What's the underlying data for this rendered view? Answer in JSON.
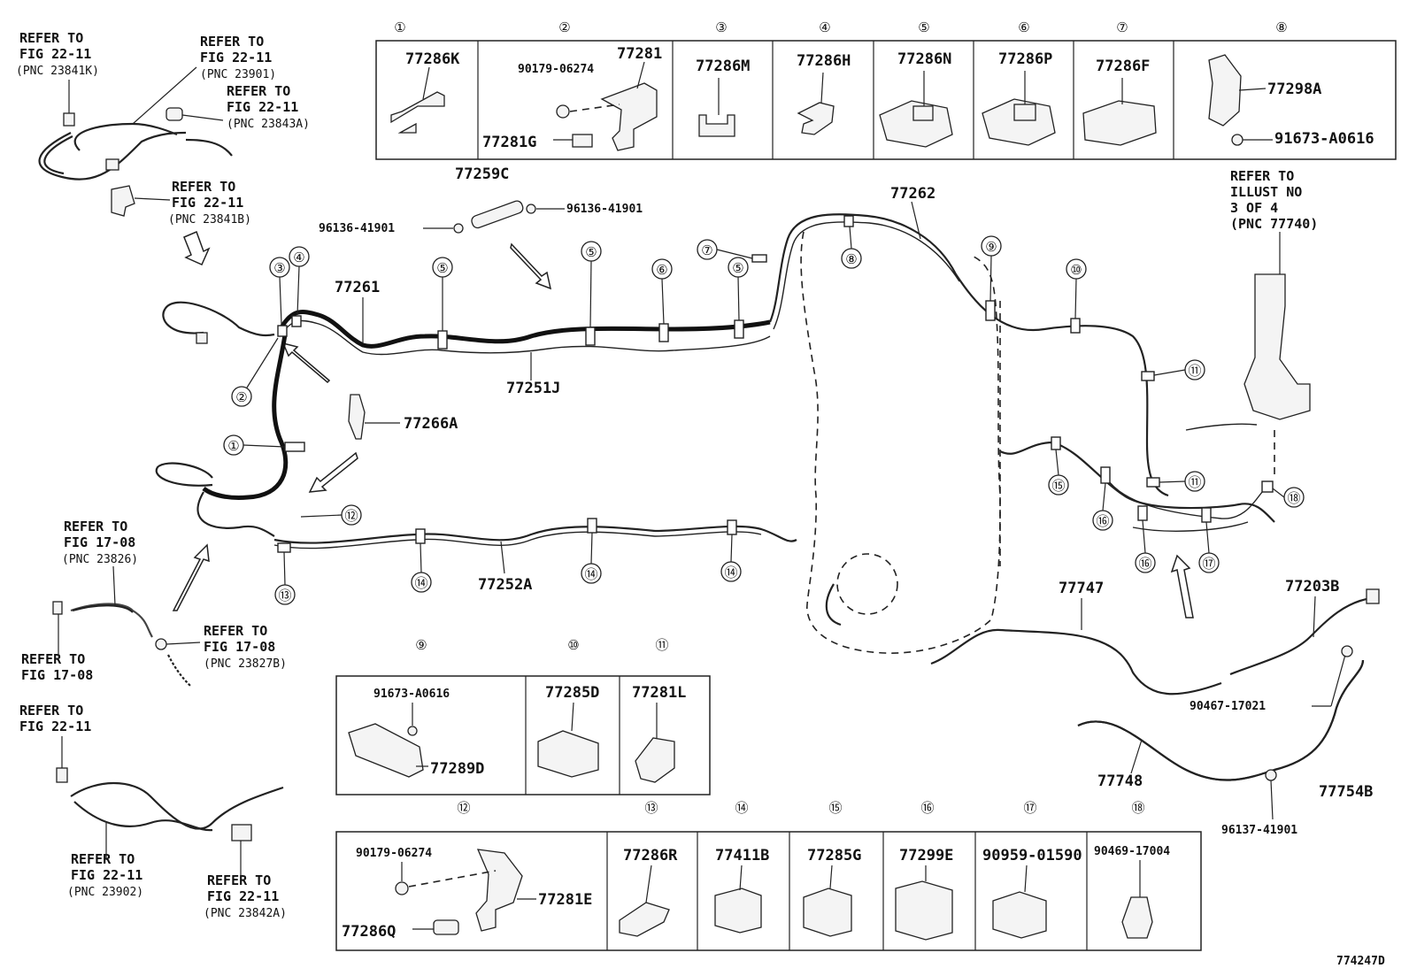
{
  "diagram_id": "774247D",
  "callouts": [
    "①",
    "②",
    "③",
    "④",
    "⑤",
    "⑥",
    "⑦",
    "⑧",
    "⑨",
    "⑩",
    "⑪",
    "⑫",
    "⑬",
    "⑭",
    "⑮",
    "⑯",
    "⑰",
    "⑱"
  ],
  "top_table": {
    "cells": [
      {
        "num": "①",
        "parts": [
          "77286K"
        ]
      },
      {
        "num": "②",
        "parts": [
          "77281",
          "90179-06274",
          "77281G"
        ]
      },
      {
        "num": "③",
        "parts": [
          "77286M"
        ]
      },
      {
        "num": "④",
        "parts": [
          "77286H"
        ]
      },
      {
        "num": "⑤",
        "parts": [
          "77286N"
        ]
      },
      {
        "num": "⑥",
        "parts": [
          "77286P"
        ]
      },
      {
        "num": "⑦",
        "parts": [
          "77286F"
        ]
      },
      {
        "num": "⑧",
        "parts": [
          "77298A",
          "91673-A0616"
        ]
      }
    ]
  },
  "mid_table": {
    "cells": [
      {
        "num": "⑨",
        "parts": [
          "91673-A0616",
          "77289D"
        ]
      },
      {
        "num": "⑩",
        "parts": [
          "77285D"
        ]
      },
      {
        "num": "⑪",
        "parts": [
          "77281L"
        ]
      }
    ]
  },
  "bottom_table": {
    "cells": [
      {
        "num": "⑫",
        "parts": [
          "90179-06274",
          "77281E",
          "77286Q"
        ]
      },
      {
        "num": "⑬",
        "parts": [
          "77286R"
        ]
      },
      {
        "num": "⑭",
        "parts": [
          "77411B"
        ]
      },
      {
        "num": "⑮",
        "parts": [
          "77285G"
        ]
      },
      {
        "num": "⑯",
        "parts": [
          "77299E"
        ]
      },
      {
        "num": "⑰",
        "parts": [
          "90959-01590"
        ]
      },
      {
        "num": "⑱",
        "parts": [
          "90469-17004"
        ]
      }
    ]
  },
  "refs": {
    "r1": [
      "REFER TO",
      "FIG 22-11",
      "(PNC 23841K)"
    ],
    "r2": [
      "REFER TO",
      "FIG 22-11",
      "(PNC 23901)"
    ],
    "r3": [
      "REFER TO",
      "FIG 22-11",
      "(PNC 23843A)"
    ],
    "r4": [
      "REFER TO",
      "FIG 22-11",
      "(PNC 23841B)"
    ],
    "r5": [
      "REFER TO",
      "FIG 17-08",
      "(PNC 23826)"
    ],
    "r6": [
      "REFER TO",
      "FIG 17-08"
    ],
    "r7": [
      "REFER TO",
      "FIG 17-08",
      "(PNC 23827B)"
    ],
    "r8": [
      "REFER TO",
      "FIG 22-11"
    ],
    "r9": [
      "REFER TO",
      "FIG 22-11",
      "(PNC 23902)"
    ],
    "r10": [
      "REFER TO",
      "FIG 22-11",
      "(PNC 23842A)"
    ],
    "r11": [
      "REFER TO",
      "ILLUST NO",
      "3 OF 4",
      "(PNC 77740)"
    ]
  },
  "main_parts": {
    "p77259C": "77259C",
    "clampL": "96136-41901",
    "clampR": "96136-41901",
    "p77262": "77262",
    "p77261": "77261",
    "p77251J": "77251J",
    "p77266A": "77266A",
    "p77252A": "77252A",
    "p77747": "77747",
    "p77203B": "77203B",
    "p90467": "90467-17021",
    "p77748": "77748",
    "p77754B": "77754B",
    "p96137": "96137-41901"
  }
}
